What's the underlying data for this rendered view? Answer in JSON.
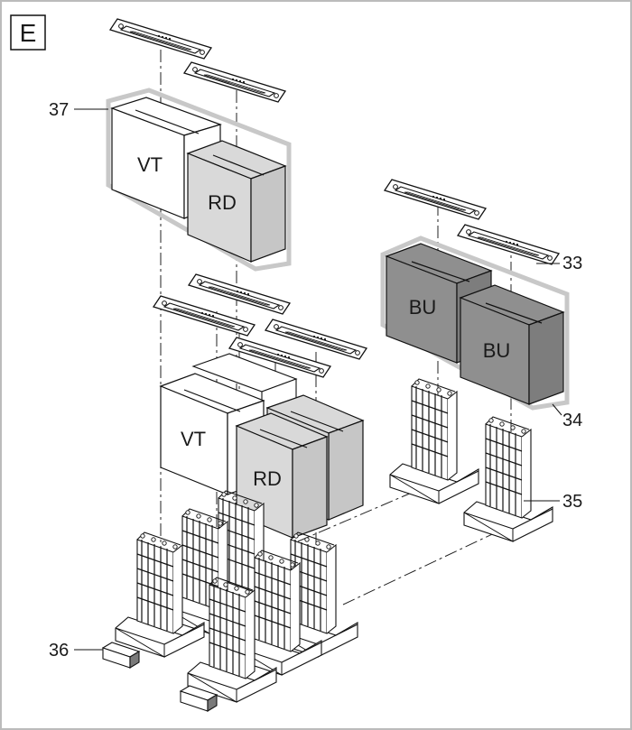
{
  "figure": {
    "panel_letter": "E",
    "callouts": {
      "c33": "33",
      "c34": "34",
      "c35": "35",
      "c36": "36",
      "c37": "37"
    },
    "blocks": {
      "vt_top": "VT",
      "rd_top": "RD",
      "vt_mid": "VT",
      "rd_mid": "RD",
      "bu_left": "BU",
      "bu_right": "BU"
    }
  }
}
